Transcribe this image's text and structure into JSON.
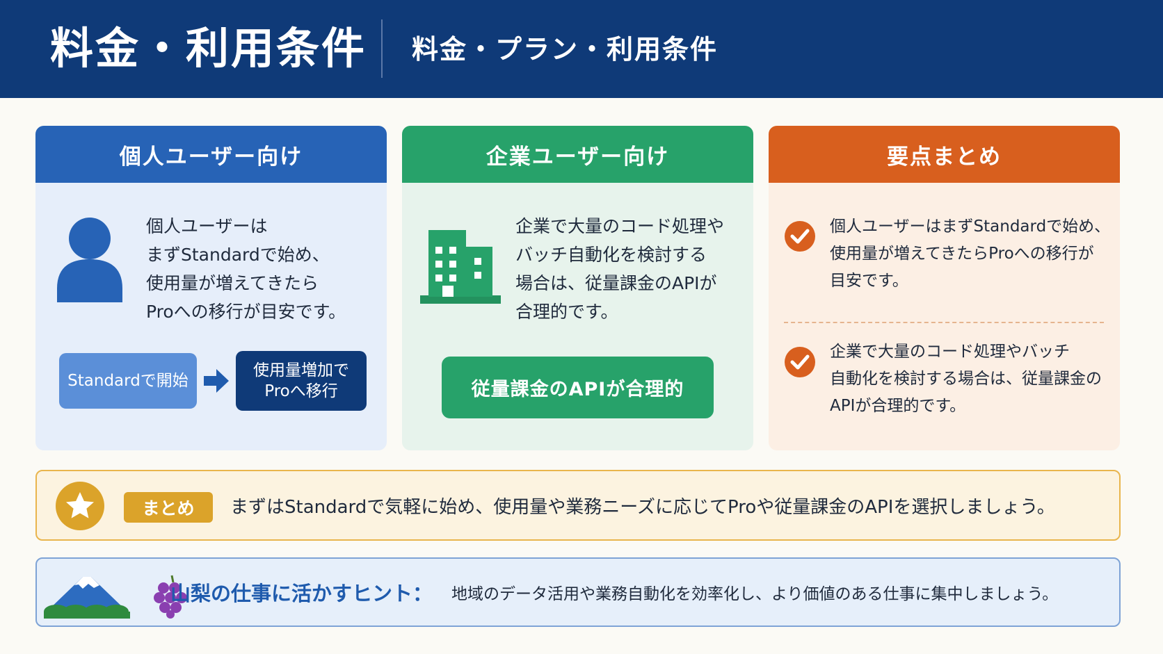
{
  "header": {
    "title": "料金・利用条件",
    "subtitle": "料金・プラン・利用条件"
  },
  "personal": {
    "heading": "個人ユーザー向け",
    "icon": "person-icon",
    "text": "個人ユーザーは\nまずStandardで始め、\n使用量が増えてきたら\nProへの移行が目安です。",
    "flow_start": "Standardで開始",
    "flow_end": "使用量増加で\nProへ移行"
  },
  "enterprise": {
    "heading": "企業ユーザー向け",
    "icon": "building-icon",
    "text": "企業で大量のコード処理や\nバッチ自動化を検討する\n場合は、従量課金のAPIが\n合理的です。",
    "button": "従量課金のAPIが合理的"
  },
  "summary": {
    "heading": "要点まとめ",
    "points": [
      "個人ユーザーはまずStandardで始め、\n使用量が増えてきたらProへの移行が\n目安です。",
      "企業で大量のコード処理やバッチ\n自動化を検討する場合は、従量課金の\nAPIが合理的です。"
    ]
  },
  "banner": {
    "badge": "まとめ",
    "text": "まずはStandardで気軽に始め、使用量や業務ニーズに応じてProや従量課金のAPIを選択しましょう。"
  },
  "hint": {
    "label": "山梨の仕事に活かすヒント：",
    "text": "地域のデータ活用や業務自動化を効率化し、より価値のある仕事に集中しましょう。"
  },
  "colors": {
    "navy": "#0f3a78",
    "blue": "#2763b6",
    "green": "#27a26a",
    "orange": "#d85f1e",
    "gold": "#dba32a"
  }
}
